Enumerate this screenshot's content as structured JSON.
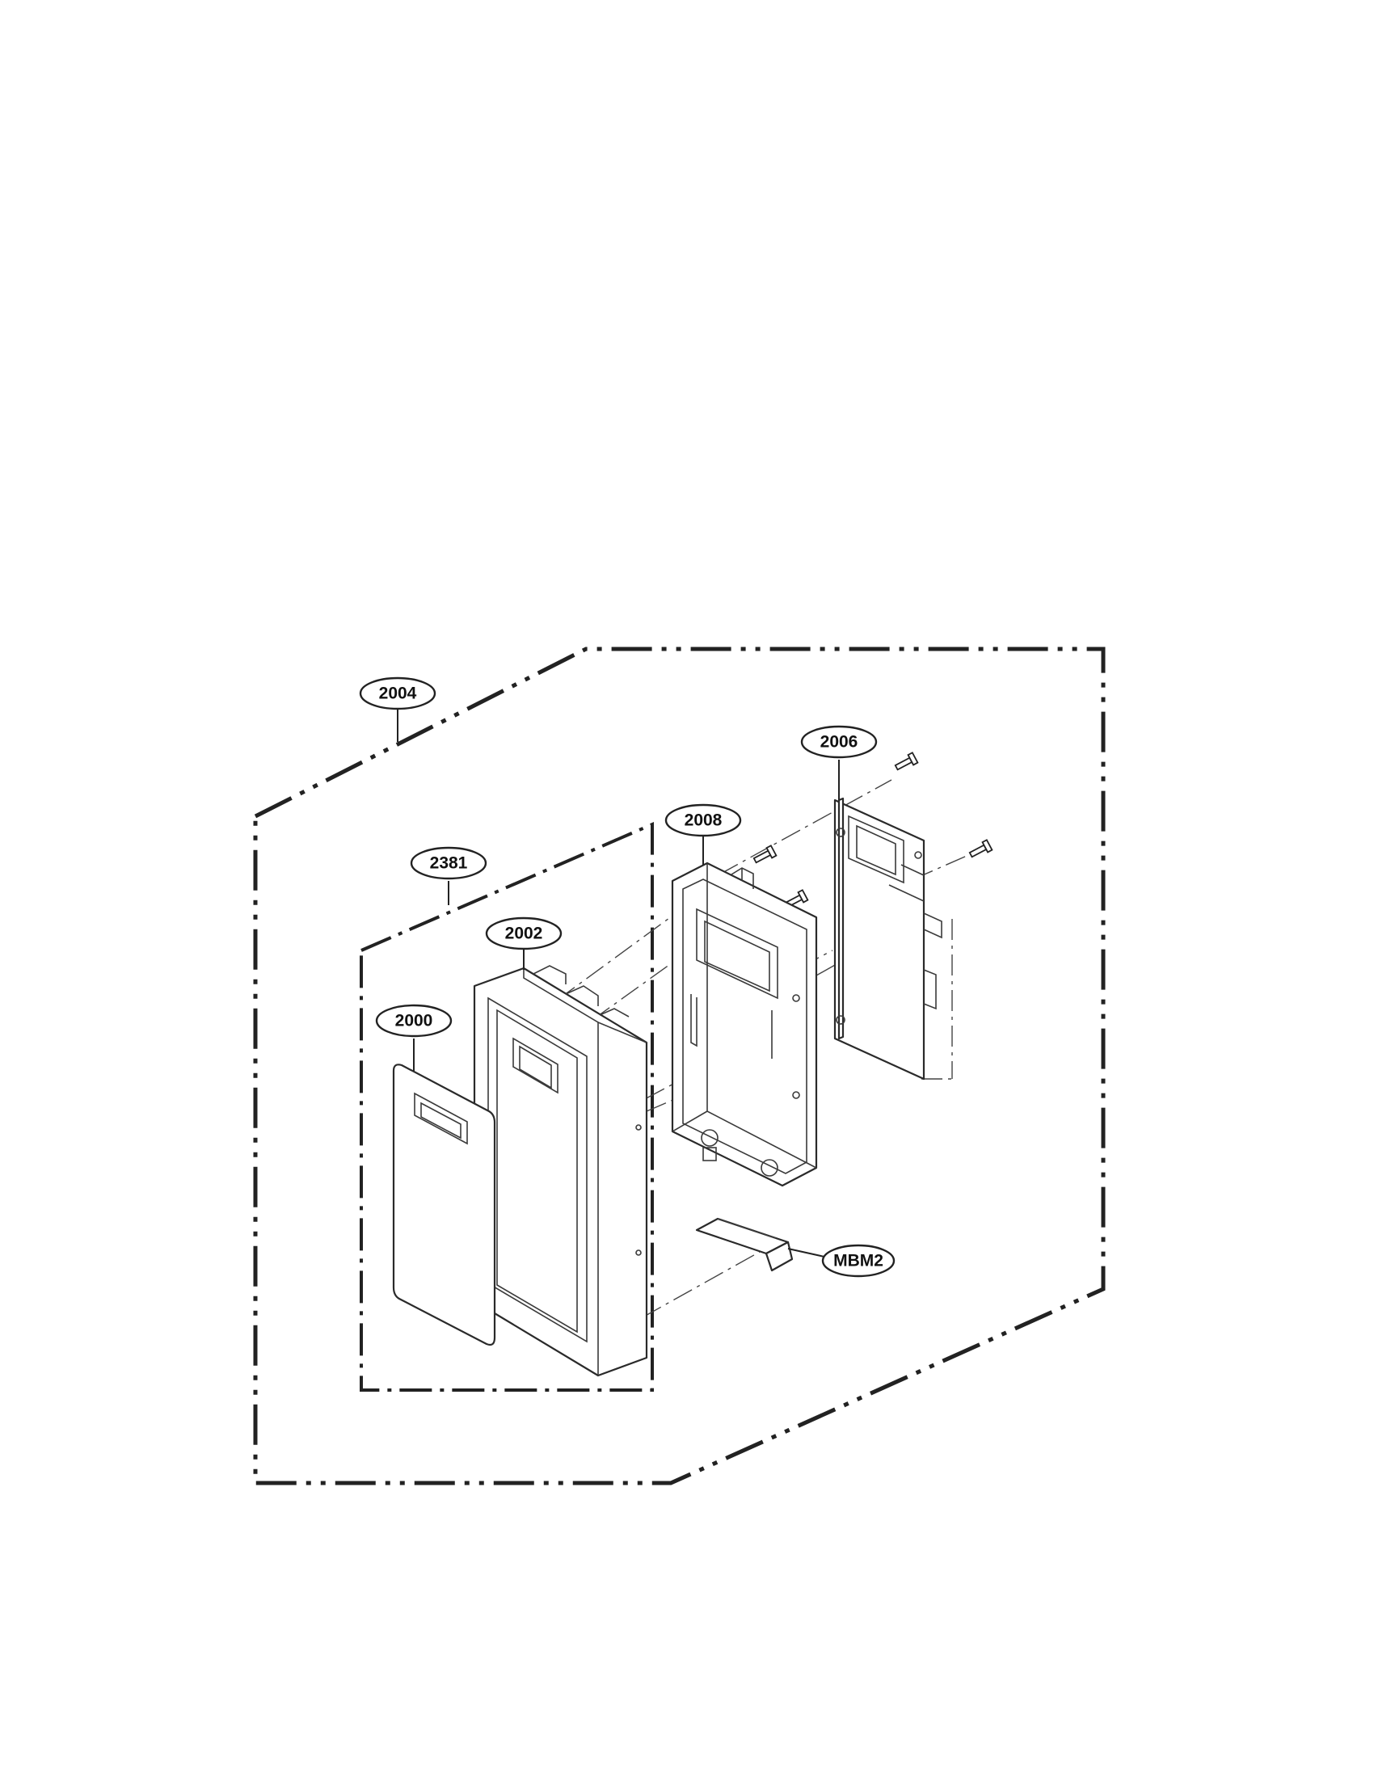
{
  "callouts": {
    "assembly_control_panel": "2004",
    "assembly_door_plate": "2381",
    "frame": "2002",
    "film_sheet": "2000",
    "control_frame": "2008",
    "pcb_assembly": "2006",
    "mounting_piece": "MBM2"
  }
}
